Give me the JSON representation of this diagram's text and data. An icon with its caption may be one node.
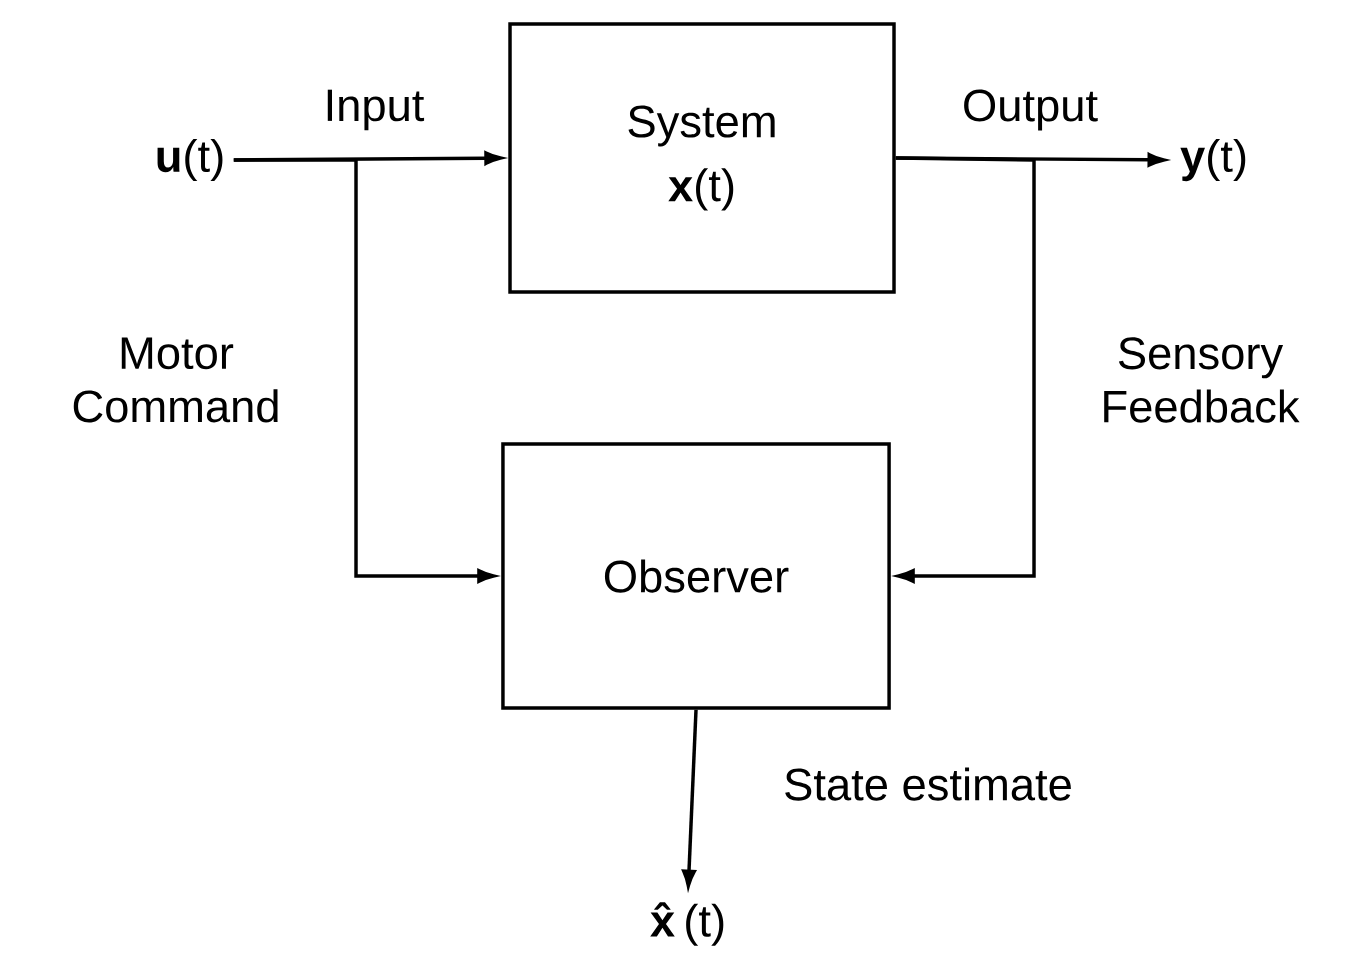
{
  "diagram": {
    "nodes": [
      {
        "text": [
          "**u**(t)"
        ]
      },
      {
        "text": [
          "System",
          "**x**(t)"
        ]
      },
      {
        "text": [
          "**y**(t)"
        ]
      },
      {
        "text": [
          "Observer"
        ]
      },
      {
        "text": [
          "**x̂**(t)"
        ]
      }
    ],
    "edges": [
      {
        "from": 0,
        "to": 1,
        "arrow": "to",
        "label": "Input"
      },
      {
        "from": 1,
        "to": 2,
        "arrow": "to",
        "label": "Output"
      },
      {
        "from": 0,
        "to": 3,
        "arrow": "to",
        "label": "Motor Command"
      },
      {
        "from": 1,
        "to": 3,
        "arrow": "to",
        "label": "Sensory Feedback"
      },
      {
        "from": 3,
        "to": 4,
        "arrow": "to",
        "label": "State estimate"
      }
    ]
  }
}
